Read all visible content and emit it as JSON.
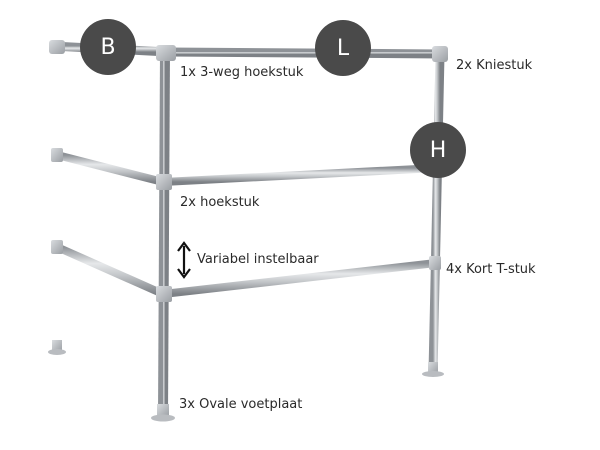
{
  "badges": {
    "breedte": "B",
    "lengte": "L",
    "hoogte": "H"
  },
  "labels": {
    "drieweg_hoekstuk": "1x 3-weg hoekstuk",
    "kniestuk": "2x Kniestuk",
    "hoekstuk": "2x hoekstuk",
    "variabel": "Variabel instelbaar",
    "kort_tstuk": "4x Kort T-stuk",
    "voetplaat": "3x Ovale voetplaat"
  },
  "icons": {
    "adjust": "double-arrow-vertical-icon"
  },
  "colors": {
    "badge": "#4a4a4a",
    "pipe": "#c4c7ca",
    "text": "#2a2a2a"
  }
}
